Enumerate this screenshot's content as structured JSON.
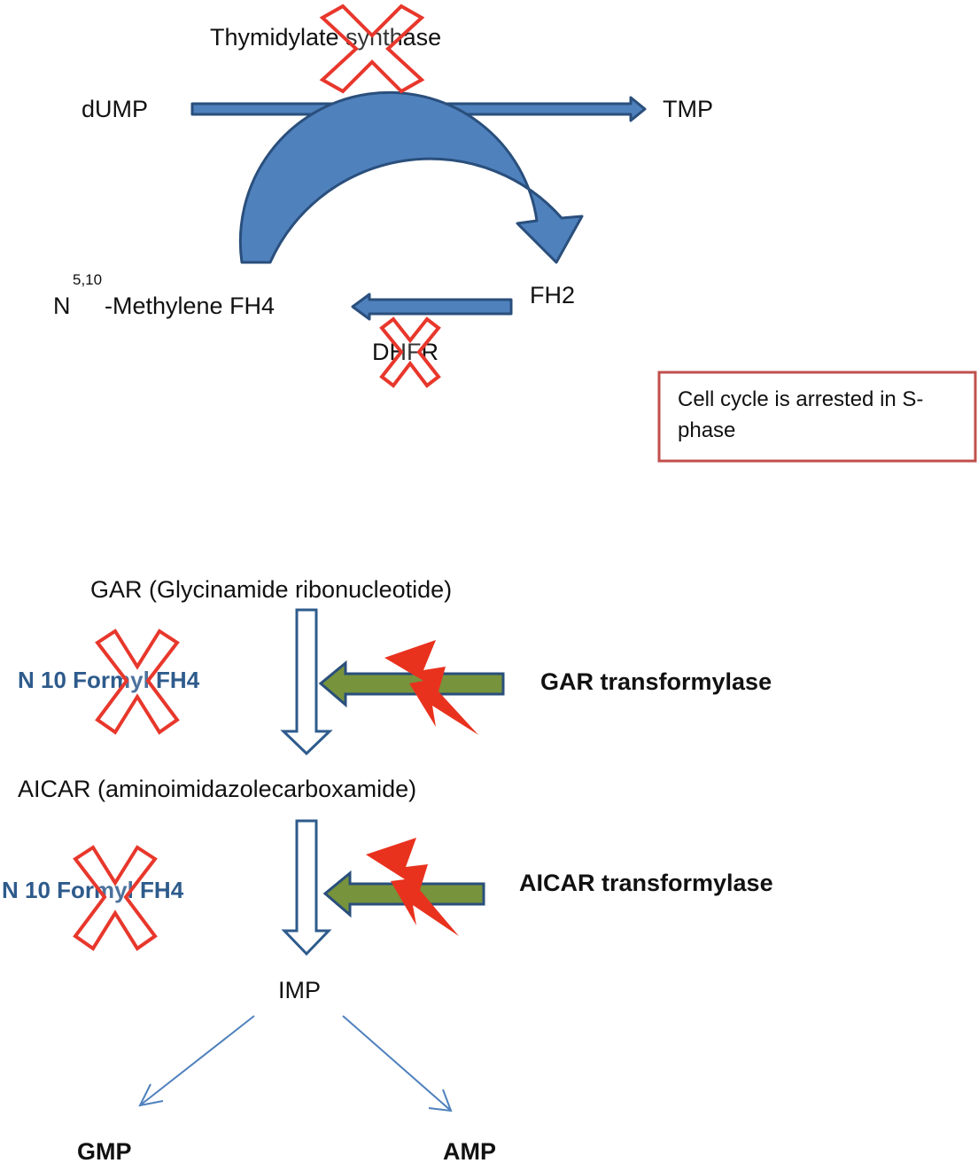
{
  "top": {
    "enzyme_ts": "Thymidylate synthase",
    "dump": "dUMP",
    "tmp": "TMP",
    "fh2": "FH2",
    "methylene_prefix": "N",
    "methylene_sup": "5,10",
    "methylene_suffix": "-Methylene FH4",
    "dhfr": "DHFR"
  },
  "note": {
    "line1": "Cell cycle is arrested in S-",
    "line2": "phase"
  },
  "bottom": {
    "gar": "GAR (Glycinamide ribonucleotide)",
    "aicar": "AICAR (aminoimidazolecarboxamide)",
    "imp": "IMP",
    "gmp": "GMP",
    "amp": "AMP",
    "formyl_1": "N 10 Formyl FH4",
    "formyl_2": "N 10 Formyl FH4",
    "gar_enzyme": "GAR transformylase",
    "aicar_enzyme": "AICAR transformylase"
  },
  "colors": {
    "arrow_fill": "#4F81BD",
    "arrow_stroke": "#2A4F7C",
    "inhibit_x": "#E8372C",
    "green_arrow": "#77933C",
    "lightning": "#E8321E",
    "note_border": "#C0504D",
    "label_blue": "#2E5B8C"
  }
}
